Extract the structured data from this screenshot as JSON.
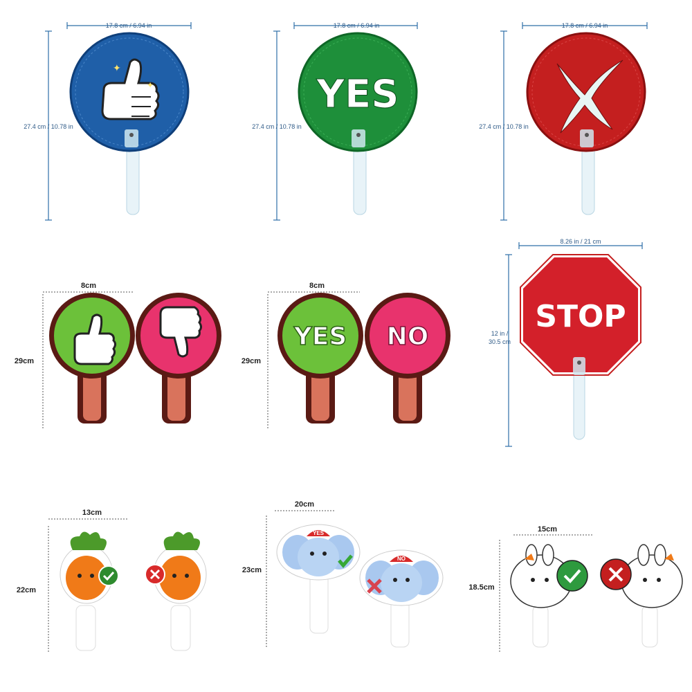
{
  "products": [
    {
      "name": "thumbs-up-fan",
      "width_label": "17.8 cm / 6.94 in",
      "height_label": "27.4 cm / 10.78 in",
      "color": "#1f5fa8"
    },
    {
      "name": "yes-fan",
      "width_label": "17.8 cm / 6.94 in",
      "height_label": "27.4 cm / 10.78 in",
      "text": "YES",
      "color": "#1e8f3a"
    },
    {
      "name": "x-fan",
      "width_label": "17.8 cm / 6.94 in",
      "height_label": "27.4 cm / 10.78 in",
      "color": "#c41f1f"
    },
    {
      "name": "thumb-paddles",
      "width_label": "8cm",
      "height_label": "29cm",
      "colors": [
        "#6cc13a",
        "#e8336d"
      ]
    },
    {
      "name": "yes-no-paddles",
      "width_label": "8cm",
      "height_label": "29cm",
      "yes_text": "YES",
      "no_text": "NO"
    },
    {
      "name": "stop-sign",
      "width_label": "8.26 in / 21 cm",
      "height_label_line1": "12 in /",
      "height_label_line2": "30.5 cm",
      "text": "STOP",
      "color": "#d3202a"
    },
    {
      "name": "carrot-paddles",
      "width_label": "13cm",
      "height_label": "22cm"
    },
    {
      "name": "elephant-paddles",
      "width_label": "20cm",
      "height_label": "23cm",
      "cap_yes": "YES",
      "cap_no": "NO"
    },
    {
      "name": "bunny-paddles",
      "width_label": "15cm",
      "height_label": "18.5cm"
    }
  ]
}
